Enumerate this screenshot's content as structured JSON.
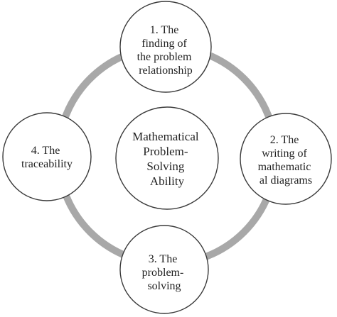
{
  "diagram": {
    "center": {
      "lines": [
        "Mathematical",
        "Problem-",
        "Solving",
        "Ability"
      ]
    },
    "nodes": [
      {
        "id": "top",
        "lines": [
          "1. The",
          "finding of",
          "the problem",
          "relationship"
        ]
      },
      {
        "id": "right",
        "lines": [
          "2. The",
          "writing of",
          "mathematic",
          "al diagrams"
        ]
      },
      {
        "id": "bottom",
        "lines": [
          "3. The",
          "problem-",
          "solving"
        ]
      },
      {
        "id": "left",
        "lines": [
          "4. The",
          "traceability"
        ]
      }
    ],
    "colors": {
      "ring": "#a8a8a8",
      "stroke": "#3a3a3a",
      "fill": "#ffffff",
      "text": "#222222"
    }
  }
}
